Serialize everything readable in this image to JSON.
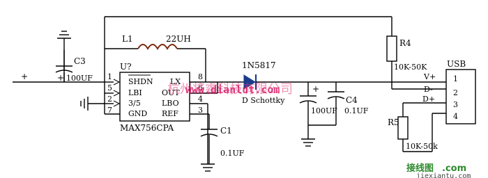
{
  "labels": {
    "input_plus": "+",
    "c3": "C3",
    "c3_value": "100UF",
    "l1": "L1",
    "l1_value": "22UH",
    "u_designator": "U?",
    "ic_part": "MAX756CPA",
    "d_part": "1N5817",
    "d_type": "D Schottky",
    "c2_value": "100UF",
    "c4": "C4",
    "c4_value": "0.1UF",
    "c1": "C1",
    "c1_value": "0.1UF",
    "r4": "R4",
    "r4_value": "10K-50K",
    "r5": "R5",
    "r5_value": "10K-50k",
    "usb_title": "USB",
    "plus_marker": "+"
  },
  "ic_pins": {
    "shdn": "SHDN",
    "lbi": "LBI",
    "p35": "3/5",
    "gnd": "GND",
    "lx": "LX",
    "out": "OUT",
    "lbo": "LBO",
    "ref": "REF",
    "num_shdn": "1",
    "num_lbi": "5",
    "num_35": "2",
    "num_gnd": "7",
    "num_lx": "8",
    "num_out": "6",
    "num_lbo": "4",
    "num_ref": "3"
  },
  "usb": {
    "vplus": "V+",
    "dminus": "D-",
    "dplus": "D+",
    "pin1": "1",
    "pin2": "2",
    "pin3": "3",
    "pin4": "4"
  },
  "watermarks": {
    "site_cn": "杭州将睿科技有限公司",
    "site_url": "www.dianlut.com",
    "corner_cn": "接线图",
    "corner_com": ".com",
    "corner_url": "jiexiantu.com"
  },
  "colors": {
    "wire": "#000000",
    "inductor": "#7a2a10",
    "diode": "#1a3c8c",
    "watermark_pink": "#e23b7a",
    "watermark_green": "#2d8a2d"
  }
}
